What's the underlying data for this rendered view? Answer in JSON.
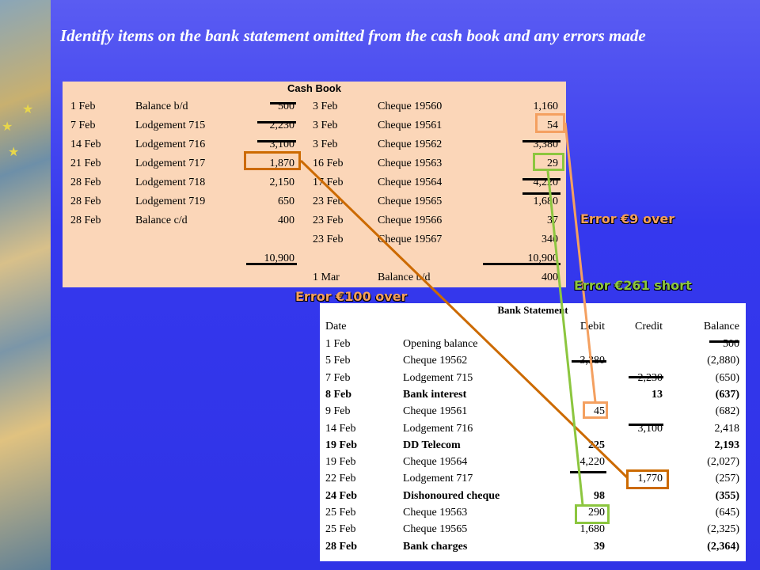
{
  "title": "Identify items on the bank statement omitted from the cash book and any errors made",
  "colors": {
    "background": "#3538ee",
    "cash_book_bg": "#fbd6b8",
    "orange_dark": "#cc6a00",
    "orange_light": "#f4a060",
    "green": "#8cc63f",
    "label_orange": "#f5a05a"
  },
  "cash_book": {
    "heading": "Cash Book",
    "rows": [
      {
        "d1": "1 Feb",
        "p1": "Balance b/d",
        "a1": "500",
        "d2": "3 Feb",
        "p2": "Cheque 19560",
        "a2": "1,160"
      },
      {
        "d1": "7 Feb",
        "p1": "Lodgement 715",
        "a1": "2,230",
        "d2": "3 Feb",
        "p2": "Cheque 19561",
        "a2": "54"
      },
      {
        "d1": "14 Feb",
        "p1": "Lodgement 716",
        "a1": "3,100",
        "d2": "3 Feb",
        "p2": "Cheque 19562",
        "a2": "3,380"
      },
      {
        "d1": "21 Feb",
        "p1": "Lodgement 717",
        "a1": "1,870",
        "d2": "16 Feb",
        "p2": "Cheque 19563",
        "a2": "29"
      },
      {
        "d1": "28 Feb",
        "p1": "Lodgement 718",
        "a1": "2,150",
        "d2": "17 Feb",
        "p2": "Cheque 19564",
        "a2": "4,220"
      },
      {
        "d1": "28 Feb",
        "p1": "Lodgement 719",
        "a1": "650",
        "d2": "23 Feb",
        "p2": "Cheque 19565",
        "a2": "1,680"
      },
      {
        "d1": "28 Feb",
        "p1": "Balance c/d",
        "a1": "400",
        "d2": "23 Feb",
        "p2": "Cheque 19566",
        "a2": "37"
      },
      {
        "d1": "",
        "p1": "",
        "a1": "",
        "d2": "23 Feb",
        "p2": "Cheque 19567",
        "a2": "340"
      },
      {
        "d1": "",
        "p1": "",
        "a1": "10,900",
        "d2": "",
        "p2": "",
        "a2": "10,900"
      },
      {
        "d1": "",
        "p1": "",
        "a1": "",
        "d2": "1 Mar",
        "p2": "Balance b/d",
        "a2": "400"
      }
    ]
  },
  "bank_statement": {
    "heading": "Bank Statement",
    "columns": [
      "Date",
      "",
      "Debit",
      "Credit",
      "Balance"
    ],
    "rows": [
      {
        "date": "1 Feb",
        "particulars": "Opening balance",
        "debit": "",
        "credit": "",
        "balance": "500",
        "bold": false
      },
      {
        "date": "5 Feb",
        "particulars": "Cheque 19562",
        "debit": "3,380",
        "credit": "",
        "balance": "(2,880)",
        "bold": false
      },
      {
        "date": "7 Feb",
        "particulars": "Lodgement 715",
        "debit": "",
        "credit": "2,230",
        "balance": "(650)",
        "bold": false
      },
      {
        "date": "8 Feb",
        "particulars": "Bank interest",
        "debit": "",
        "credit": "13",
        "balance": "(637)",
        "bold": true
      },
      {
        "date": "9 Feb",
        "particulars": "Cheque 19561",
        "debit": "45",
        "credit": "",
        "balance": "(682)",
        "bold": false
      },
      {
        "date": "14 Feb",
        "particulars": "Lodgement 716",
        "debit": "",
        "credit": "3,100",
        "balance": "2,418",
        "bold": false
      },
      {
        "date": "19 Feb",
        "particulars": "DD Telecom",
        "debit": "225",
        "credit": "",
        "balance": "2,193",
        "bold": true
      },
      {
        "date": "19 Feb",
        "particulars": "Cheque 19564",
        "debit": "4,220",
        "credit": "",
        "balance": "(2,027)",
        "bold": false
      },
      {
        "date": "22 Feb",
        "particulars": "Lodgement 717",
        "debit": "",
        "credit": "1,770",
        "balance": "(257)",
        "bold": false
      },
      {
        "date": "24 Feb",
        "particulars": "Dishonoured cheque",
        "debit": "98",
        "credit": "",
        "balance": "(355)",
        "bold": true
      },
      {
        "date": "25 Feb",
        "particulars": "Cheque 19563",
        "debit": "290",
        "credit": "",
        "balance": "(645)",
        "bold": false
      },
      {
        "date": "25 Feb",
        "particulars": "Cheque 19565",
        "debit": "1,680",
        "credit": "",
        "balance": "(2,325)",
        "bold": false
      },
      {
        "date": "28 Feb",
        "particulars": "Bank charges",
        "debit": "39",
        "credit": "",
        "balance": "(2,364)",
        "bold": true
      }
    ]
  },
  "annotations": {
    "error_9": "Error €9 over",
    "error_261": "Error €261 short",
    "error_100": "Error €100 over"
  }
}
